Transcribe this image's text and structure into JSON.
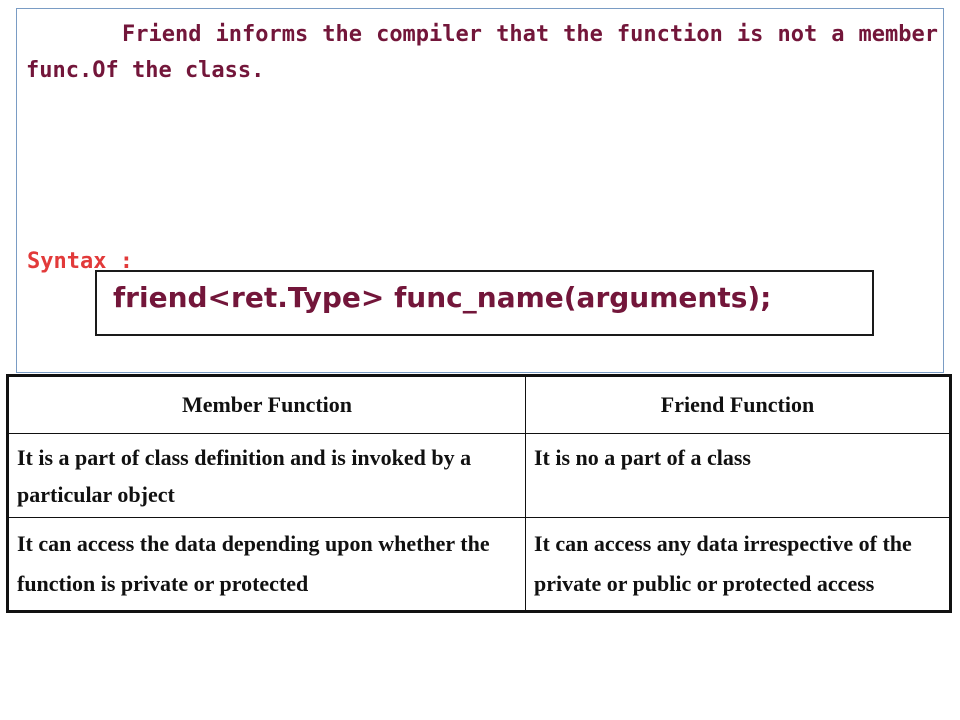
{
  "intro_text": "Friend informs the compiler that the function is not a member func.Of the class.",
  "syntax": {
    "label": "Syntax :",
    "code": "friend<ret.Type> func_name(arguments);"
  },
  "table": {
    "headers": [
      "Member Function",
      "Friend Function"
    ],
    "rows": [
      [
        "It is a part of class definition and is invoked by a particular object",
        "It is no a part of a class"
      ],
      [
        "It can access the data depending upon whether the function is private or protected",
        "It can access any data irrespective of the private or public or protected access"
      ]
    ]
  },
  "colors": {
    "intro_text": "#73163a",
    "syntax_label": "#e23a3a",
    "table_text": "#111111",
    "box_border": "#7a9cc4"
  }
}
